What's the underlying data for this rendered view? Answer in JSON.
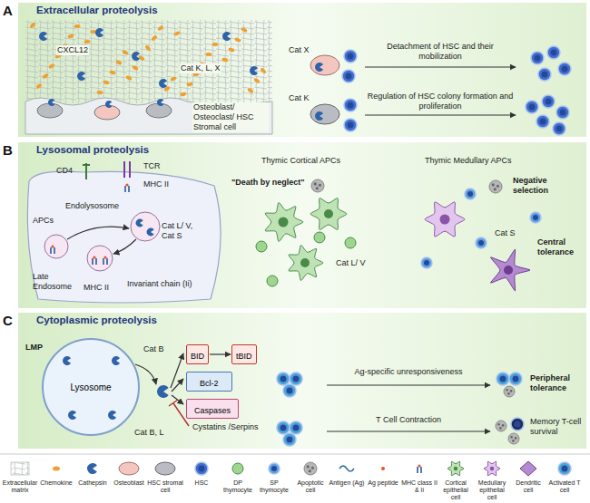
{
  "diagram": {
    "nodes": [
      {
        "text": [
          "A",
          "Extracellular proteolysis"
        ]
      },
      {
        "text": [
          "B",
          "Lysosomal proteolysis"
        ]
      },
      {
        "text": [
          "C",
          "Cytoplasmic proteolysis"
        ]
      },
      {
        "text": [
          "Lysosome"
        ],
        "in": 2
      },
      {
        "text": [
          "BID"
        ],
        "in": 2
      },
      {
        "text": [
          "tBID"
        ],
        "in": 2
      },
      {
        "text": [
          "Bcl-2"
        ],
        "in": 2
      },
      {
        "text": [
          "Caspases"
        ],
        "in": 2
      }
    ],
    "edges": [
      {
        "from": 4,
        "to": 5,
        "arrow": "to"
      }
    ],
    "labels": [
      "CXCL12",
      "Cat K, L, X",
      "Osteoblast/ Osteoclast/ HSC Stromal cell",
      "Cat X",
      "Detachment of HSC and their mobilization",
      "Cat K",
      "Regulation of HSC colony formation and proliferation",
      "CD4",
      "TCR",
      "MHC II",
      "APCs",
      "Endolysosome",
      "Late Endosome",
      "Cat L/ V, Cat S",
      "MHC II",
      "Invariant chain (Ii)",
      "Thymic Cortical APCs",
      "\"Death by neglect\"",
      "Cat L/ V",
      "Thymic Medullary APCs",
      "Negative selection",
      "Cat S",
      "Central tolerance",
      "LMP",
      "Cat B",
      "Cat B, L",
      "Cystatins /Serpins",
      "Ag-specific unresponsiveness",
      "Peripheral tolerance",
      "T Cell Contraction",
      "Memory T-cell survival"
    ],
    "legend": [
      {
        "text": "Extracellular matrix"
      },
      {
        "text": "Chemokine"
      },
      {
        "text": "Cathepsin"
      },
      {
        "text": "Osteoblast"
      },
      {
        "text": "HSC stromal cell"
      },
      {
        "text": "HSC"
      },
      {
        "text": "DP thymocyte"
      },
      {
        "text": "SP thymocyte"
      },
      {
        "text": "Apoptotic cell"
      },
      {
        "text": "Antigen (Ag)"
      },
      {
        "text": "Ag peptide"
      },
      {
        "text": "MHC class II & Ii"
      },
      {
        "text": "Cortical epithelial cell"
      },
      {
        "text": "Medullary epithelial cell"
      },
      {
        "text": "Dendritic cell"
      },
      {
        "text": "Activated T cell"
      }
    ]
  }
}
